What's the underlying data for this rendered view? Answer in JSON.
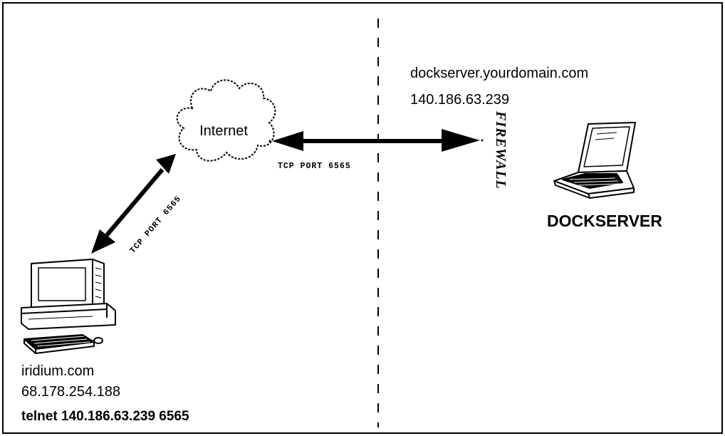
{
  "cloud": {
    "label": "Internet"
  },
  "server": {
    "hostname": "dockserver.yourdomain.com",
    "ip": "140.186.63.239",
    "name": "DOCKSERVER"
  },
  "firewall": {
    "label": "FIREWALL"
  },
  "links": {
    "horizontal_port": "TCP PORT 6565",
    "diagonal_port": "TCP PORT 6565"
  },
  "client": {
    "hostname": "iridium.com",
    "ip": "68.178.254.188",
    "command": "telnet 140.186.63.239 6565"
  }
}
